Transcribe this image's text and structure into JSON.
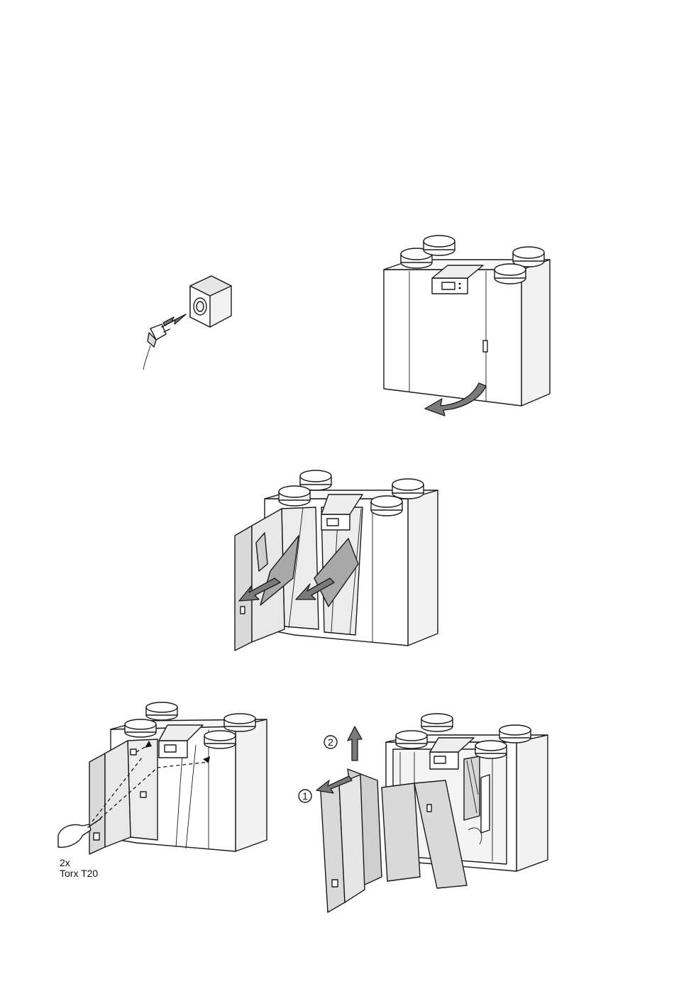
{
  "figures": {
    "unplug": {
      "icon": "power-plug-socket-icon"
    },
    "open_door": {
      "icon": "ventilation-unit-door-open-icon"
    },
    "remove_filters": {
      "icon": "filter-removal-icon"
    },
    "unscrew_panel": {
      "icon": "torx-screwdriver-icon",
      "quantity": "2x",
      "tool": "Torx T20"
    },
    "remove_panel": {
      "icon": "panel-removal-icon",
      "step_1": "1",
      "step_2": "2"
    }
  },
  "colors": {
    "outline": "#1a1a1a",
    "arrow_fill": "#7a7a7a",
    "filter_fill": "#a9a9a9",
    "panel_fill": "#d9d9d9"
  }
}
